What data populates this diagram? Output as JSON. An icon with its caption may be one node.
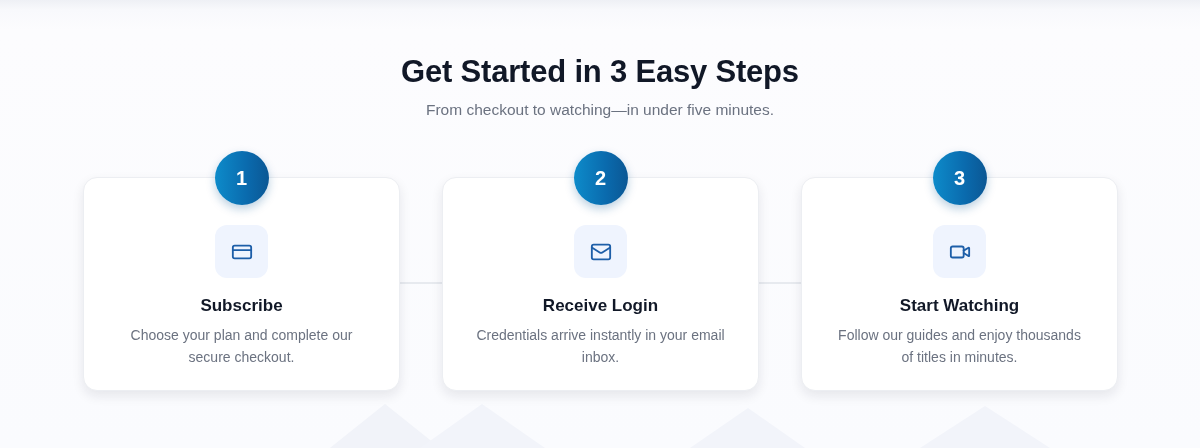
{
  "diagram": {
    "title": "Get Started in 3 Easy Steps",
    "nodes": [
      {
        "text": [
          "1",
          "Subscribe",
          "Choose your plan and complete our secure checkout."
        ]
      },
      {
        "text": [
          "2",
          "Receive Login",
          "Credentials arrive instantly in your email inbox."
        ]
      },
      {
        "text": [
          "3",
          "Start Watching",
          "Follow our guides and enjoy thousands of titles in minutes."
        ]
      }
    ],
    "edges": [
      {
        "from": 0,
        "to": 1,
        "arrow": "none"
      },
      {
        "from": 1,
        "to": 2,
        "arrow": "none"
      }
    ],
    "labels": [
      "From checkout to watching—in under five minutes."
    ]
  }
}
